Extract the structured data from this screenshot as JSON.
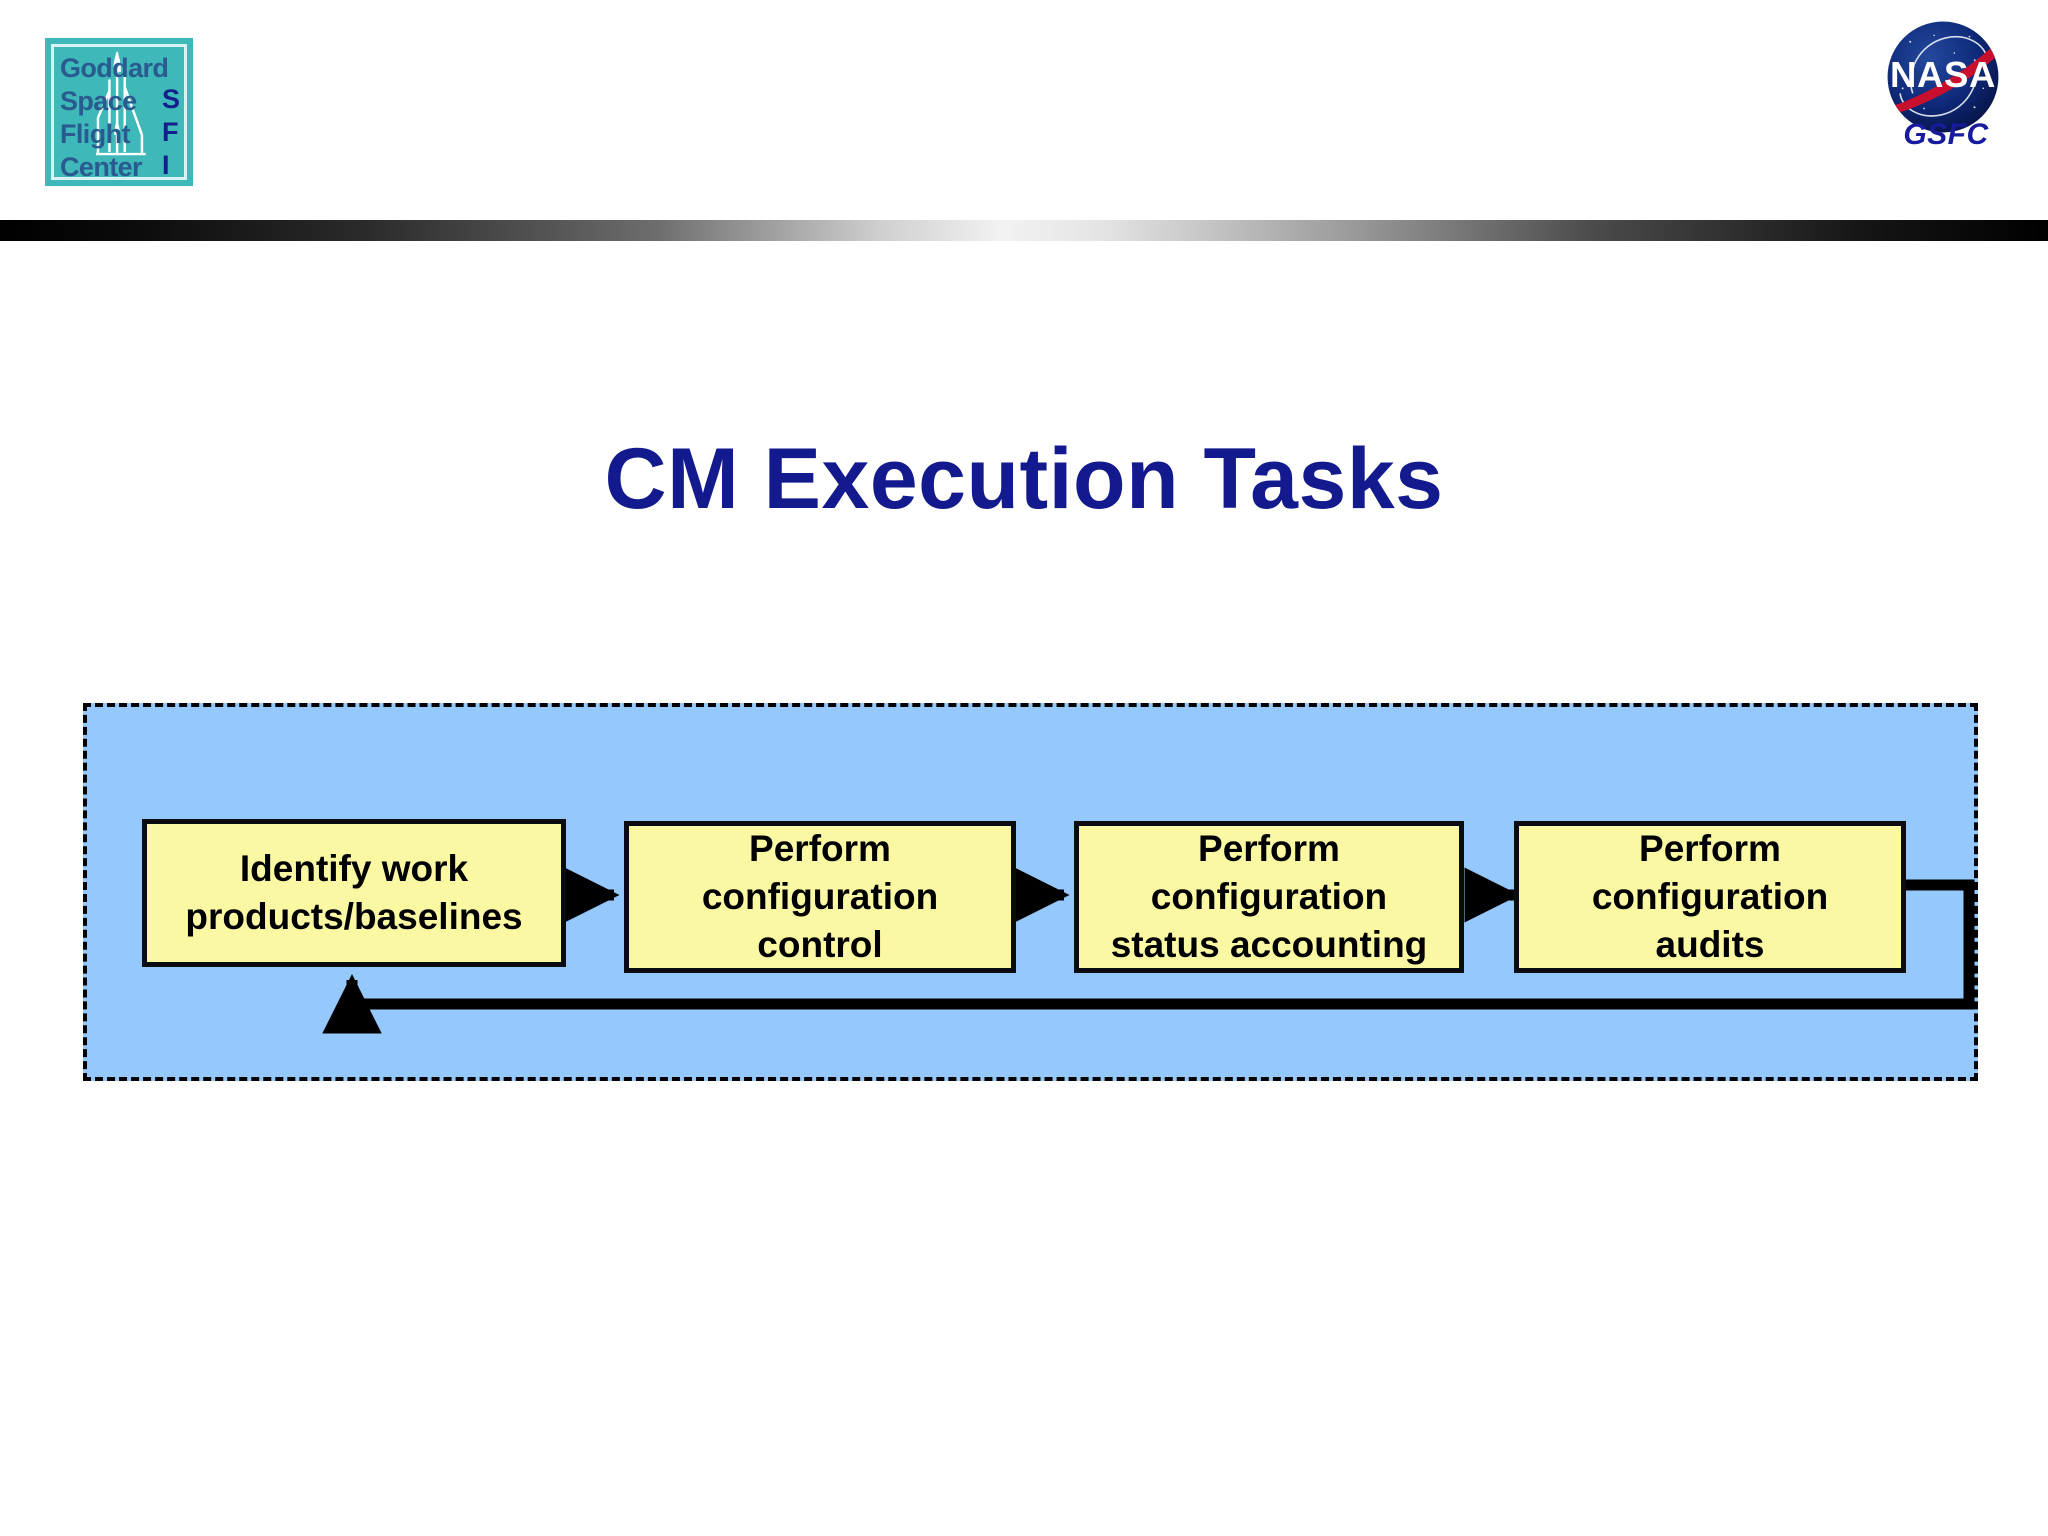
{
  "header": {
    "gsfc_logo": {
      "text": "Goddard\nSpace\nFlight\nCenter",
      "text_right": "S\nF\nI",
      "bg_color": "#3eb8b8",
      "text_color": "#2a5b90"
    },
    "nasa": {
      "wordmark": "NASA",
      "caption": "GSFC",
      "caption_color": "#181b9e",
      "sphere_color": "#0b1f6e",
      "swoosh_color": "#c8102e"
    }
  },
  "title": "CM Execution Tasks",
  "title_color": "#131a8e",
  "diagram": {
    "container_fill": "#95c9fd",
    "container_border": "#000000",
    "box_fill": "#fbf8a3",
    "box_border": "#0b0b12",
    "arrow_color": "#000000",
    "boxes": [
      {
        "label": "Identify work\nproducts/baselines"
      },
      {
        "label": "Perform\nconfiguration\ncontrol"
      },
      {
        "label": "Perform\nconfiguration\nstatus accounting"
      },
      {
        "label": "Perform\nconfiguration\naudits"
      }
    ],
    "flow_arrows": [
      {
        "from": "Identify work products/baselines",
        "to": "Perform configuration control"
      },
      {
        "from": "Perform configuration control",
        "to": "Perform configuration status accounting"
      },
      {
        "from": "Perform configuration status accounting",
        "to": "Perform configuration audits"
      }
    ],
    "feedback_arrow": {
      "from": "Perform configuration audits",
      "to": "Identify work products/baselines",
      "style": "loop-below"
    }
  }
}
